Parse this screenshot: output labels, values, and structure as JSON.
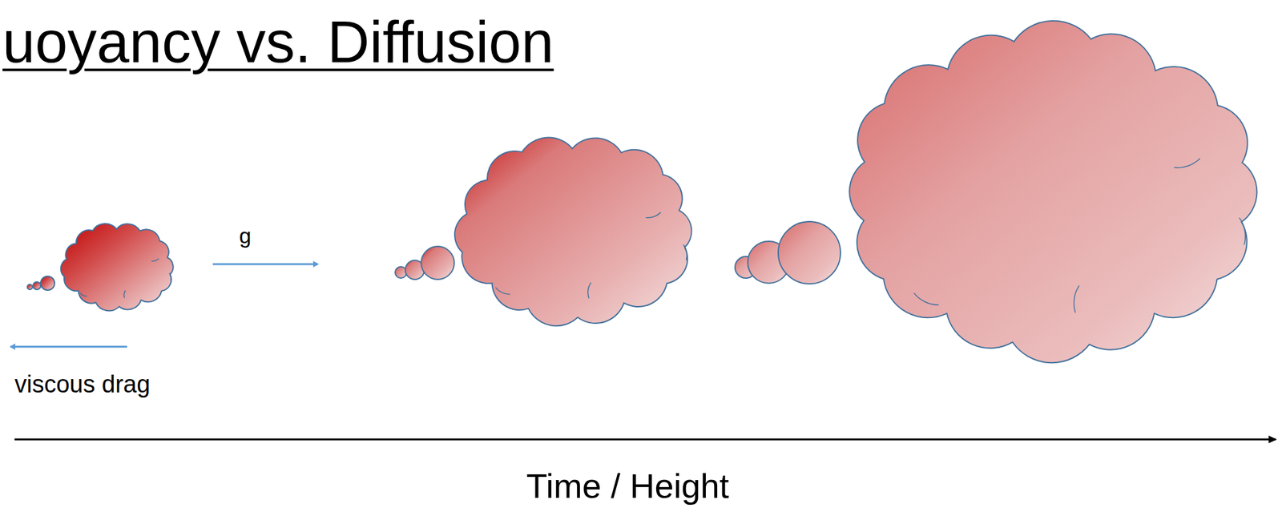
{
  "diagram": {
    "title": "uoyancy vs. Diffusion",
    "labels": [
      "g",
      "viscous drag",
      "Time / Height"
    ]
  }
}
